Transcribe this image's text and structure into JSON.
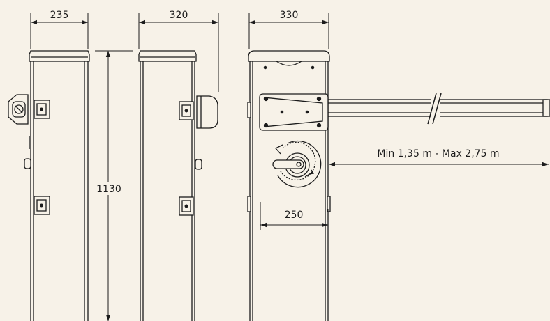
{
  "dimensions": {
    "width_side": "235",
    "width_front": "320",
    "width_cabinet": "330",
    "height": "1130",
    "base_width": "250",
    "boom_range": "Min 1,35 m - Max 2,75 m"
  },
  "colors": {
    "background": "#f7f2e8",
    "line": "#1c1c1c",
    "body_fill": "#f7f2e8"
  },
  "icons": {
    "arrow": "arrowhead",
    "break_mark": "double-slash"
  }
}
